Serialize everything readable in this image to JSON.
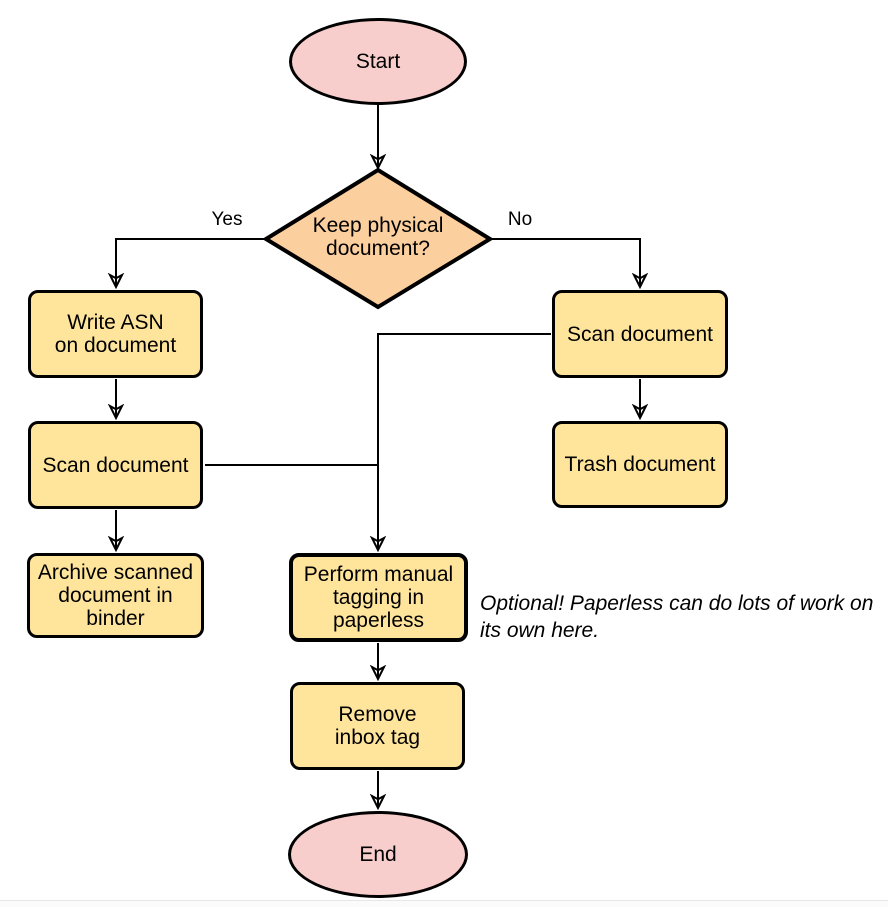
{
  "colors": {
    "terminator_fill": "#f8cecc",
    "decision_fill": "#fccf9f",
    "process_fill": "#ffe59c",
    "stroke": "#000000",
    "text": "#000000"
  },
  "nodes": {
    "start": {
      "label": "Start"
    },
    "decision": {
      "label": "Keep physical\ndocument?"
    },
    "write_asn": {
      "label": "Write ASN\non document"
    },
    "scan_left": {
      "label": "Scan document"
    },
    "archive": {
      "label": "Archive scanned\ndocument in\nbinder"
    },
    "scan_right": {
      "label": "Scan document"
    },
    "trash": {
      "label": "Trash document"
    },
    "tagging": {
      "label": "Perform manual\ntagging in\npaperless"
    },
    "remove_inbox": {
      "label": "Remove\ninbox tag"
    },
    "end": {
      "label": "End"
    }
  },
  "edge_labels": {
    "yes": "Yes",
    "no": "No"
  },
  "annotation": {
    "text": "Optional! Paperless can do lots of work on\nits own here."
  }
}
